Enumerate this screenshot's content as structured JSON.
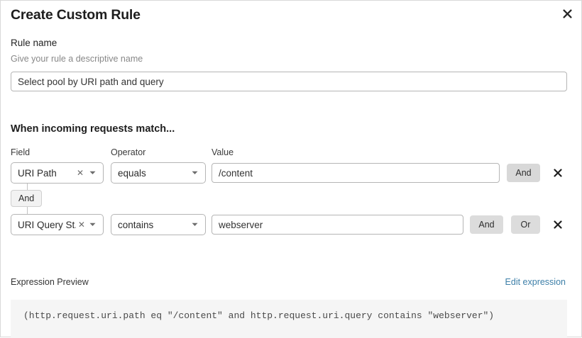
{
  "dialog": {
    "title": "Create Custom Rule",
    "close_icon": "close-icon"
  },
  "rule_name": {
    "label": "Rule name",
    "help": "Give your rule a descriptive name",
    "value": "Select pool by URI path and query",
    "placeholder": "Enter rule name"
  },
  "conditions": {
    "heading": "When incoming requests match...",
    "columns": {
      "field": "Field",
      "operator": "Operator",
      "value": "Value"
    },
    "connector_badge": "And",
    "rows": [
      {
        "field": "URI Path",
        "operator": "equals",
        "value": "/content",
        "value_placeholder": "Enter value",
        "buttons": [
          "And"
        ],
        "remove_icon": "close-icon",
        "clear_icon": "clear-icon",
        "caret_icon": "chevron-down-icon"
      },
      {
        "field": "URI Query St...",
        "operator": "contains",
        "value": "webserver",
        "value_placeholder": "Enter value",
        "buttons": [
          "And",
          "Or"
        ],
        "remove_icon": "close-icon",
        "clear_icon": "clear-icon",
        "caret_icon": "chevron-down-icon"
      }
    ]
  },
  "expression": {
    "label": "Expression Preview",
    "edit_link": "Edit expression",
    "code": "(http.request.uri.path eq \"/content\" and http.request.uri.query contains \"webserver\")"
  },
  "colors": {
    "link": "#3d7fa8",
    "button_gray": "#d8d8d8",
    "code_bg": "#f5f5f5",
    "border": "#b5b5b5"
  }
}
